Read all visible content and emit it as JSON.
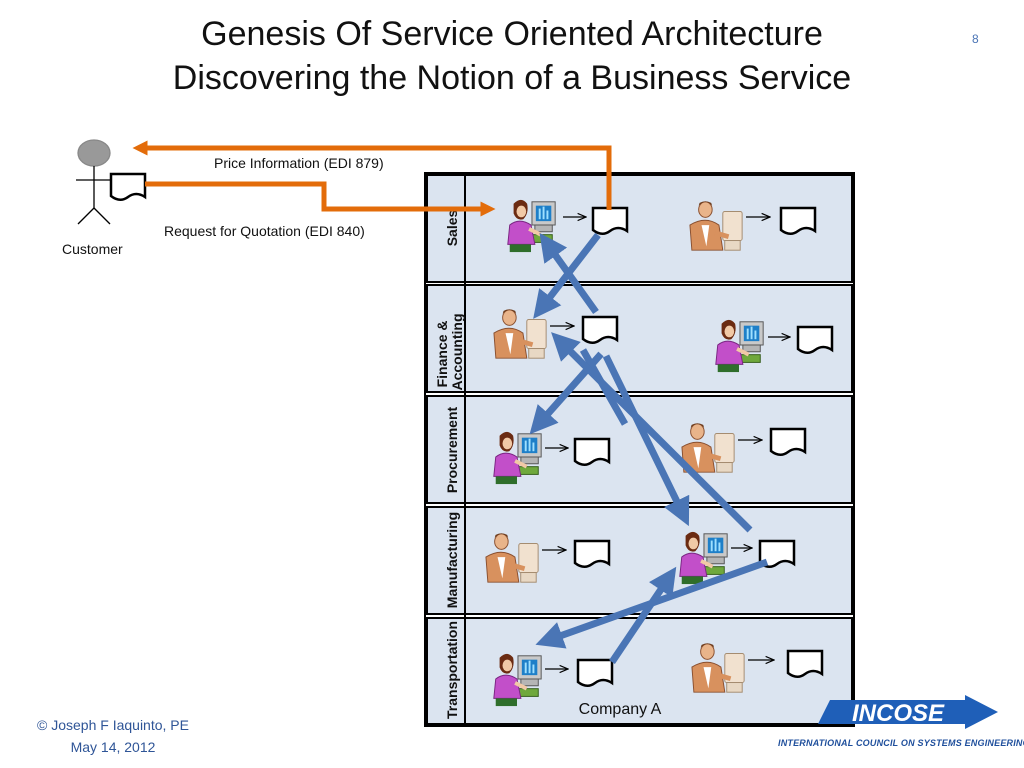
{
  "slide": {
    "title_line1": "Genesis Of Service Oriented Architecture",
    "title_line2": "Discovering the Notion of a Business Service",
    "page_number": "8"
  },
  "actors": {
    "customer_label": "Customer",
    "price_info_label": "Price Information (EDI 879)",
    "rfq_label": "Request for Quotation (EDI 840)"
  },
  "company": {
    "label": "Company A",
    "lanes": [
      "Sales",
      "Finance & Accounting",
      "Procurement",
      "Manufacturing",
      "Transportation"
    ]
  },
  "footer": {
    "copyright": "© Joseph F Iaquinto, PE",
    "date": "May 14, 2012",
    "logo_text": "INCOSE",
    "logo_subtitle": "INTERNATIONAL COUNCIL ON SYSTEMS ENGINEERING"
  },
  "colors": {
    "lane_fill": "#dbe4f0",
    "flow_arrow": "#4a75b5",
    "customer_arrow": "#e36c0a"
  }
}
